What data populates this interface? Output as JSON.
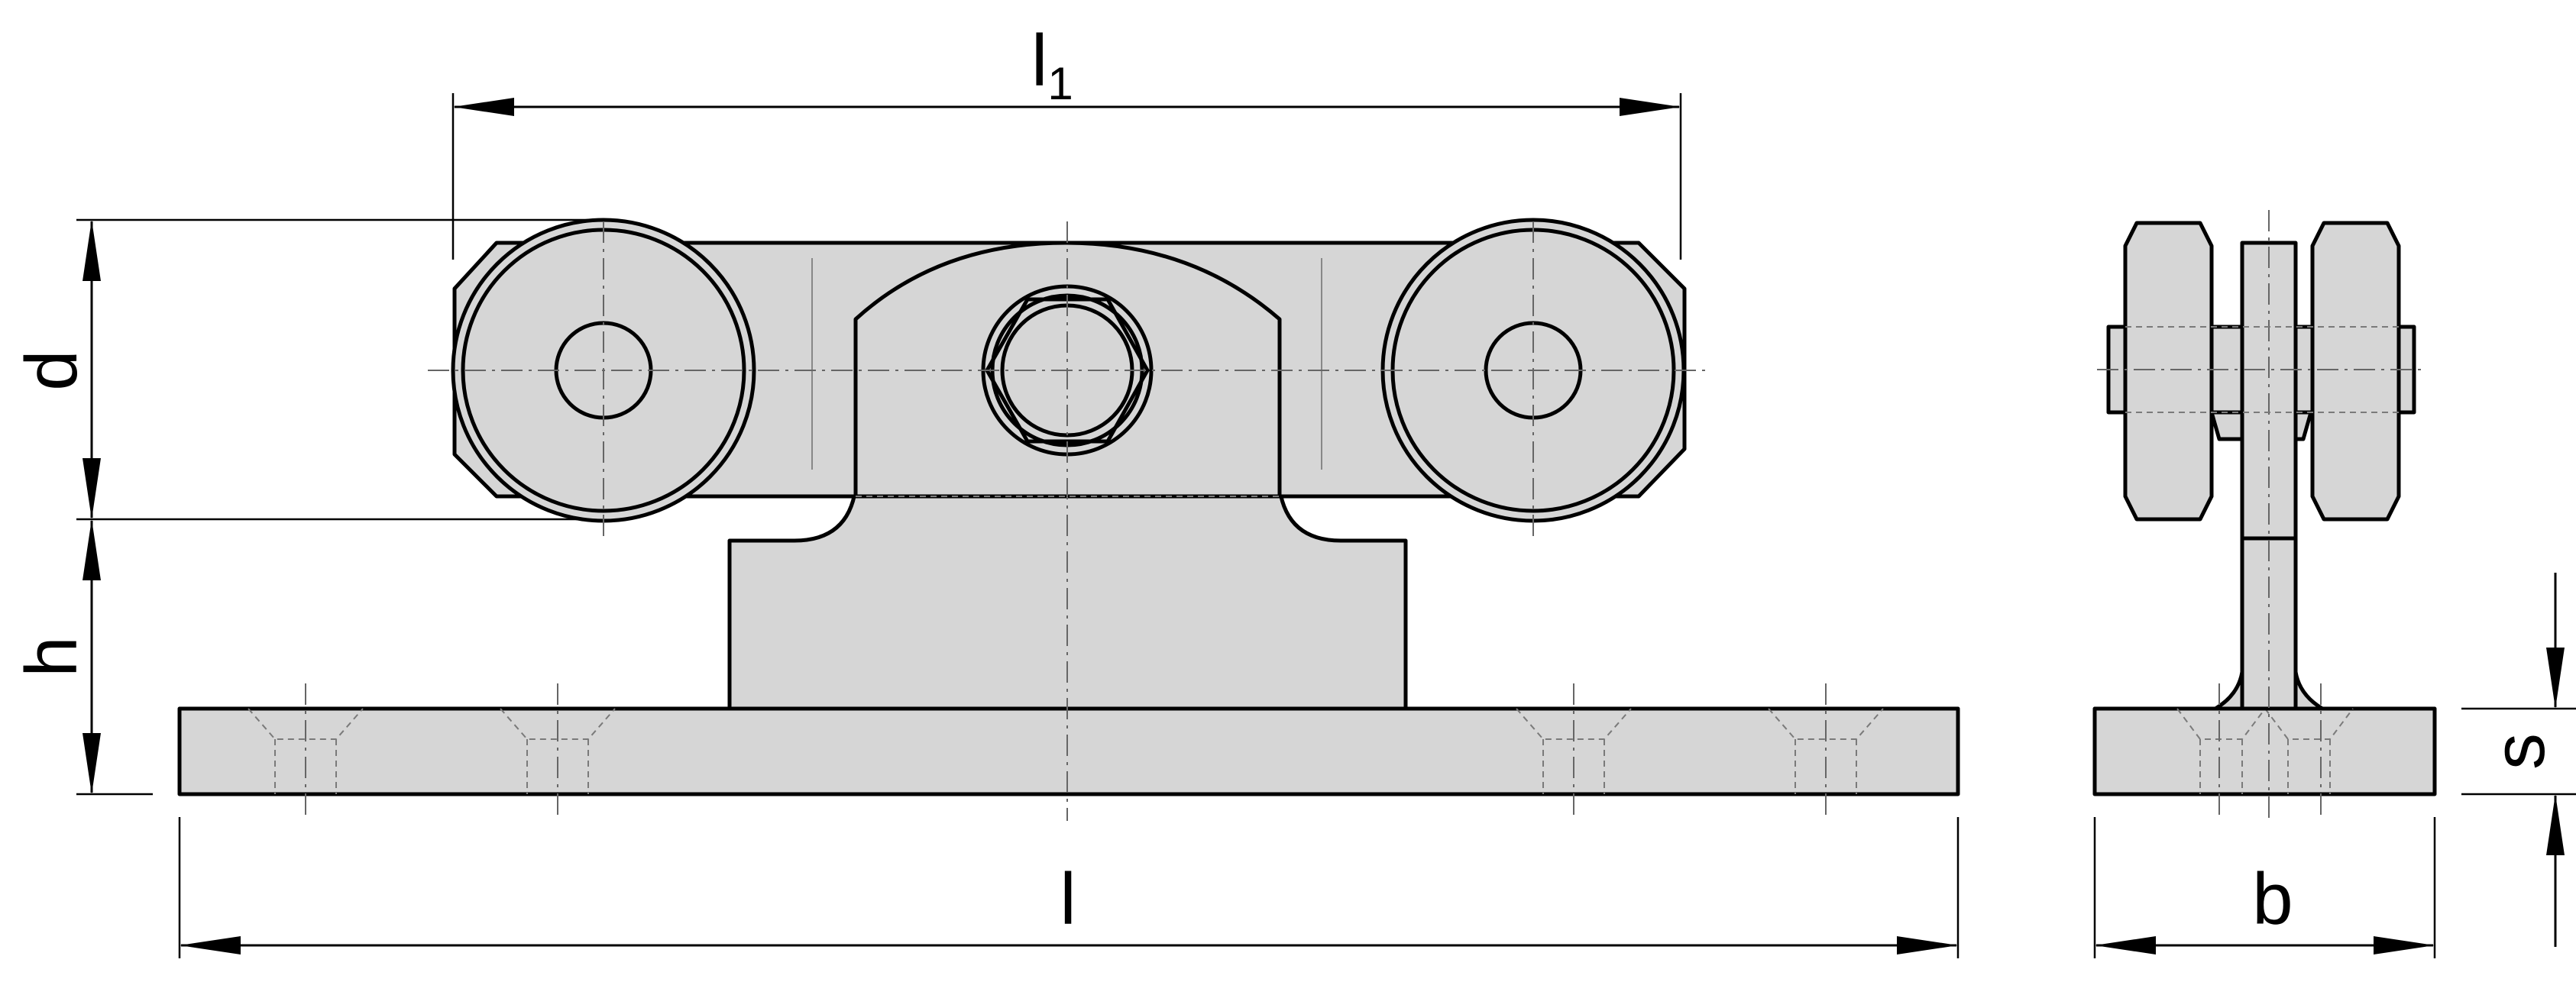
{
  "dimensions": {
    "l1": {
      "letter": "l",
      "subscript": "1"
    },
    "d": "d",
    "h": "h",
    "l": "l",
    "b": "b",
    "s": "s"
  }
}
